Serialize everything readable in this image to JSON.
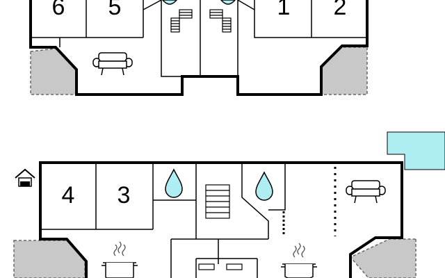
{
  "rooms": {
    "upper": [
      {
        "id": "room-6",
        "label": "6"
      },
      {
        "id": "room-5",
        "label": "5"
      },
      {
        "id": "room-1",
        "label": "1"
      },
      {
        "id": "room-2",
        "label": "2"
      }
    ],
    "lower": [
      {
        "id": "room-4",
        "label": "4"
      },
      {
        "id": "room-3",
        "label": "3"
      }
    ]
  },
  "colors": {
    "terrace_fill": "#c8c8c8",
    "pool_fill": "#aeeef2",
    "water_drop_fill": "#aeeef2",
    "wall": "#000000",
    "background": "#ffffff"
  },
  "icons": {
    "sofa": "sofa-icon",
    "bathroom": "water-drop-icon",
    "stairs": "stairs-icon",
    "kitchen": "cooking-pot-icon",
    "house": "house-icon"
  }
}
